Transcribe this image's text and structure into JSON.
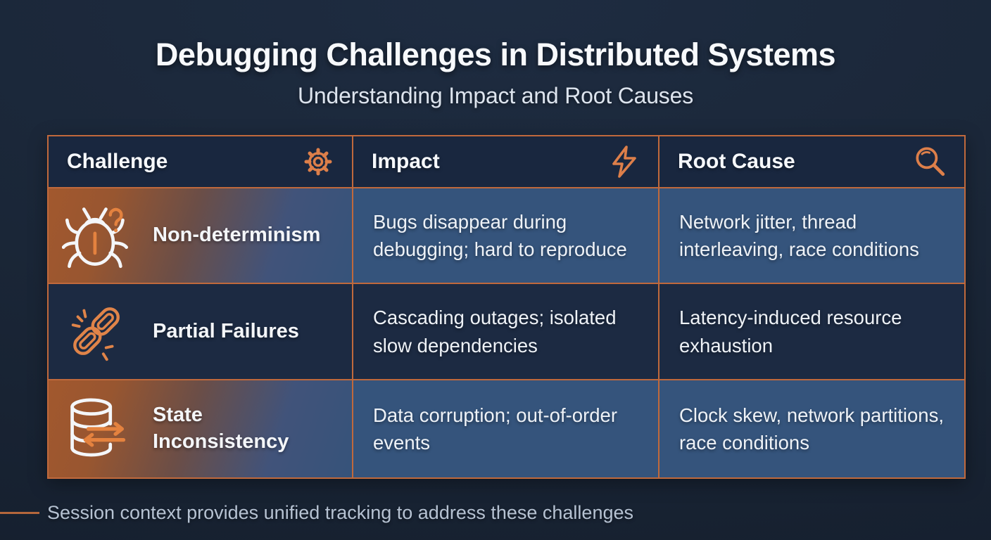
{
  "slide": {
    "title": "Debugging Challenges in Distributed Systems",
    "subtitle": "Understanding Impact and Root Causes",
    "footer": "Session context provides unified tracking to address these challenges"
  },
  "table": {
    "headers": [
      {
        "label": "Challenge",
        "icon": "gear-icon"
      },
      {
        "label": "Impact",
        "icon": "lightning-icon"
      },
      {
        "label": "Root Cause",
        "icon": "magnifier-icon"
      }
    ],
    "rows": [
      {
        "challenge": "Non-determinism",
        "icon": "bug-question-icon",
        "impact": "Bugs disappear during debugging; hard to reproduce",
        "root_cause": "Network jitter, thread interleaving, race conditions"
      },
      {
        "challenge": "Partial Failures",
        "icon": "broken-chain-icon",
        "impact": "Cascading outages; isolated slow dependencies",
        "root_cause": "Latency-induced resource exhaustion"
      },
      {
        "challenge": "State Inconsistency",
        "icon": "database-sync-icon",
        "impact": "Data corruption; out-of-order events",
        "root_cause": "Clock skew, network partitions, race conditions"
      }
    ]
  },
  "colors": {
    "background": "#1a2637",
    "accent_orange": "#dd7f4a",
    "table_border": "#c0693c",
    "header_cell": "#19273f",
    "row_blue": "#35547c",
    "row_dark": "#1c2a42",
    "text_primary": "#f6f8fb",
    "text_footer": "#b6c2d2"
  }
}
